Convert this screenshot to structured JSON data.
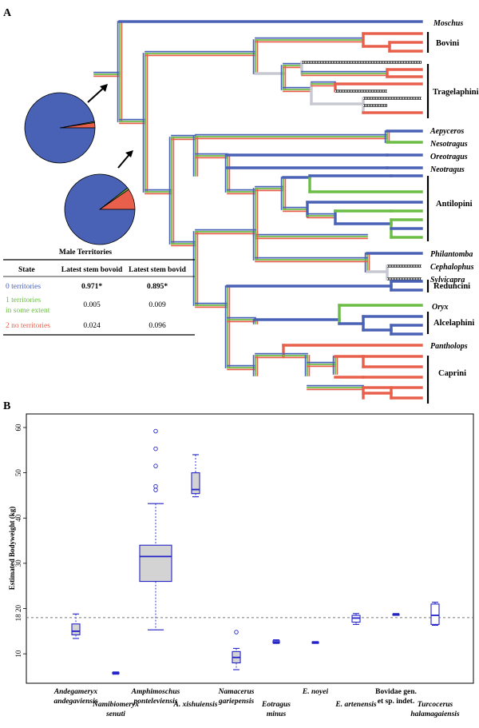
{
  "panel_a": {
    "letter": "A",
    "taxa": [
      "Moschus",
      "Aepyceros",
      "Nesotragus",
      "Oreotragus",
      "Neotragus",
      "Philantomba",
      "Cephalophus",
      "Sylvicapra",
      "Oryx",
      "Pantholops"
    ],
    "clades": [
      "Bovini",
      "Tragelaphini",
      "Antilopini",
      "Reduncini",
      "Alcelaphini",
      "Caprini"
    ],
    "colors": {
      "state0": "#4a62b5",
      "state1": "#6cbd45",
      "state2": "#e8604c",
      "gray": "#c8c8d2"
    },
    "pies": [
      {
        "slices": [
          0.971,
          0.005,
          0.024
        ]
      },
      {
        "slices": [
          0.895,
          0.009,
          0.096
        ]
      }
    ],
    "table": {
      "title": "Male Territories",
      "headers": [
        "State",
        "Latest stem bovoid",
        "Latest stem bovid"
      ],
      "rows": [
        {
          "state": "0 territories",
          "stem_bovoid": "0.971*",
          "stem_bovid": "0.895*"
        },
        {
          "state": "1 territories",
          "state_line2": "in some extent",
          "stem_bovoid": "0.005",
          "stem_bovid": "0.009"
        },
        {
          "state": "2 no territories",
          "stem_bovoid": "0.024",
          "stem_bovid": "0.096"
        }
      ]
    }
  },
  "panel_b": {
    "letter": "B",
    "ylabel": "Estimated Bodyweight (kg)",
    "yticks": [
      10,
      20,
      30,
      40,
      50,
      60
    ],
    "ref_line_label": "18",
    "categories": [
      [
        "Andegameryx",
        "andegaviensis"
      ],
      [
        "Namibiomeryx",
        "senuti"
      ],
      [
        "Amphimoschus",
        "ponteleviensis"
      ],
      [
        "A. xishuiensis"
      ],
      [
        "Namacerus",
        "gariepensis"
      ],
      [
        "Eotragus",
        "minus"
      ],
      [
        "E. noyei"
      ],
      [
        "E. artenensis"
      ],
      [
        "Bovidae gen.",
        "et sp. indet."
      ],
      [
        "Turcocerus",
        "halamagaiensis"
      ]
    ],
    "colors": {
      "box_stroke": "#2323c8",
      "box_fill_large": "#d3d3d3",
      "ref_line": "#777777"
    }
  },
  "chart_data": [
    {
      "type": "pie",
      "title": "Male Territories - Latest stem bovoid",
      "categories": [
        "0 territories",
        "1 territories in some extent",
        "2 no territories"
      ],
      "values": [
        0.971,
        0.005,
        0.024
      ]
    },
    {
      "type": "pie",
      "title": "Male Territories - Latest stem bovid",
      "categories": [
        "0 territories",
        "1 territories in some extent",
        "2 no territories"
      ],
      "values": [
        0.895,
        0.009,
        0.096
      ]
    },
    {
      "type": "box",
      "title": "",
      "xlabel": "",
      "ylabel": "Estimated Bodyweight (kg)",
      "ylim": [
        3.5,
        63
      ],
      "reference_line": 18,
      "categories": [
        "Andegameryx andegaviensis",
        "Namibiomeryx senuti",
        "Amphimoschus ponteleviensis",
        "A. xishuiensis",
        "Namacerus gariepensis",
        "Eotragus minus",
        "E. noyei",
        "E. artenensis",
        "Bovidae gen. et sp. indet.",
        "Turcocerus halamagaiensis"
      ],
      "boxes": [
        {
          "min": 13.4,
          "q1": 14.2,
          "median": 15.0,
          "q3": 16.6,
          "max": 18.8,
          "outliers": []
        },
        {
          "min": 5.5,
          "q1": 5.6,
          "median": 5.8,
          "q3": 5.9,
          "max": 6.0,
          "outliers": []
        },
        {
          "min": 15.3,
          "q1": 26.0,
          "median": 31.5,
          "q3": 34.0,
          "max": 43.2,
          "outliers": [
            46.2,
            47.0,
            51.5,
            55.3,
            59.2
          ]
        },
        {
          "min": 44.7,
          "q1": 45.4,
          "median": 46.3,
          "q3": 50.0,
          "max": 54.0,
          "outliers": []
        },
        {
          "min": 6.5,
          "q1": 8.0,
          "median": 9.2,
          "q3": 10.5,
          "max": 11.2,
          "outliers": [
            14.8
          ]
        },
        {
          "min": 12.3,
          "q1": 12.4,
          "median": 12.6,
          "q3": 12.9,
          "max": 13.1,
          "outliers": []
        },
        {
          "min": 12.3,
          "q1": 12.4,
          "median": 12.5,
          "q3": 12.6,
          "max": 12.7,
          "outliers": []
        },
        {
          "min": 16.5,
          "q1": 17.0,
          "median": 17.9,
          "q3": 18.5,
          "max": 18.9,
          "outliers": []
        },
        {
          "min": 18.5,
          "q1": 18.6,
          "median": 18.7,
          "q3": 18.8,
          "max": 18.9,
          "outliers": []
        },
        {
          "min": 16.3,
          "q1": 16.5,
          "median": 18.5,
          "q3": 21.0,
          "max": 21.4,
          "outliers": []
        }
      ]
    }
  ]
}
